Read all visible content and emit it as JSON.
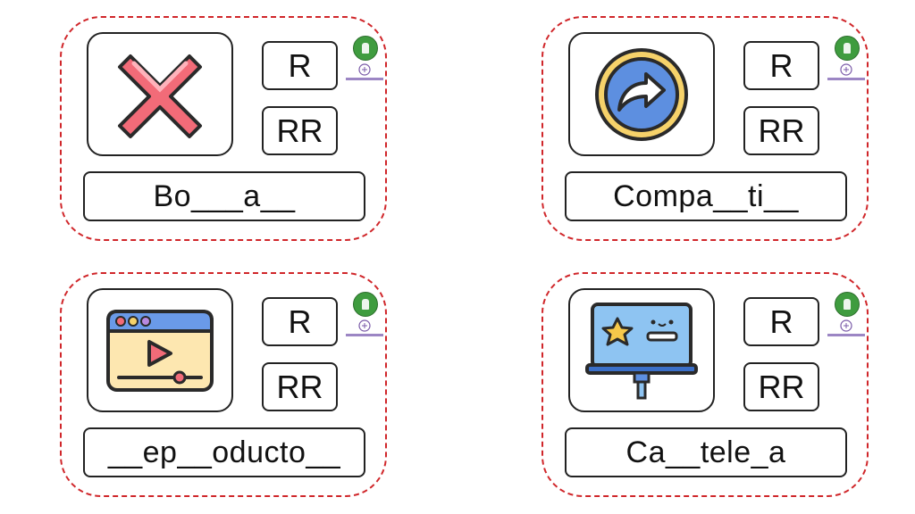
{
  "colors": {
    "card_border": "#d0262a",
    "logo_green": "#3f9c3f"
  },
  "cards": [
    {
      "icon": "x-cross-icon",
      "option_r": "R",
      "option_rr": "RR",
      "word": "Bo___a__"
    },
    {
      "icon": "share-arrow-icon",
      "option_r": "R",
      "option_rr": "RR",
      "word": "Compa__ti__"
    },
    {
      "icon": "video-player-icon",
      "option_r": "R",
      "option_rr": "RR",
      "word": "__ep__oducto__"
    },
    {
      "icon": "billboard-icon",
      "option_r": "R",
      "option_rr": "RR",
      "word": "Ca__tele_a"
    }
  ]
}
